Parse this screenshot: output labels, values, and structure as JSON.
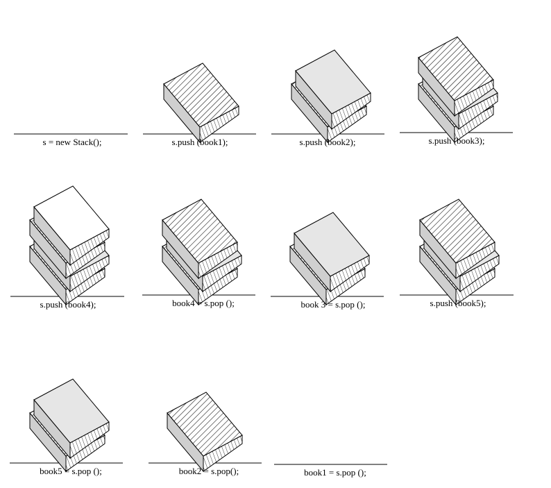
{
  "diagram": {
    "panels": [
      {
        "caption": "s = new Stack();",
        "stack": []
      },
      {
        "caption": "s.push (book1);",
        "stack": [
          "hatched"
        ]
      },
      {
        "caption": "s.push (book2);",
        "stack": [
          "hatched",
          "light"
        ]
      },
      {
        "caption": "s.push (book3);",
        "stack": [
          "hatched",
          "light",
          "hatched"
        ]
      },
      {
        "caption": "s.push (book4);",
        "stack": [
          "hatched",
          "light",
          "hatched",
          "white"
        ]
      },
      {
        "caption": "book4 = s.pop ();",
        "stack": [
          "hatched",
          "light",
          "hatched"
        ]
      },
      {
        "caption": "book 3 = s.pop ();",
        "stack": [
          "hatched",
          "light"
        ]
      },
      {
        "caption": "s.push (book5);",
        "stack": [
          "hatched",
          "light",
          "hatched"
        ]
      },
      {
        "caption": "book5 = s.pop ();",
        "stack": [
          "hatched",
          "light"
        ]
      },
      {
        "caption": "book2  = s.pop();",
        "stack": [
          "hatched"
        ]
      },
      {
        "caption": "book1 = s.pop ();",
        "stack": []
      }
    ],
    "colors": {
      "line": "#000000",
      "side": "#cfcfcf",
      "light_cover": "#e6e6e6",
      "white_cover": "#ffffff",
      "hatch": "#000000"
    }
  }
}
